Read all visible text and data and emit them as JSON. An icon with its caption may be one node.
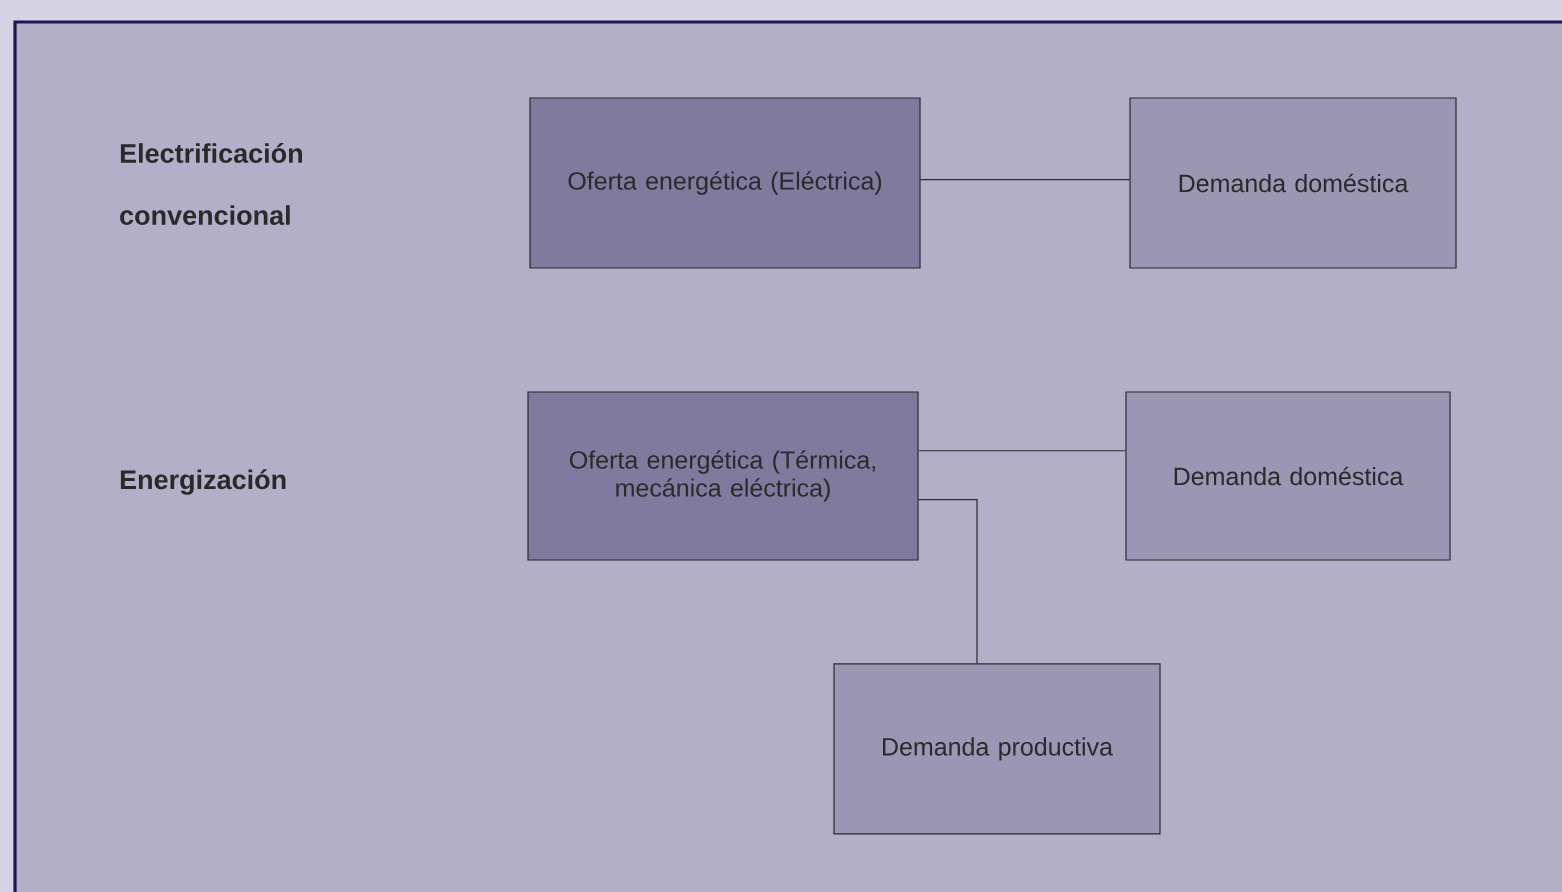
{
  "diagram": {
    "nodes": [
      {
        "text": [
          "Oferta energética (Eléctrica)"
        ]
      },
      {
        "text": [
          "Demanda doméstica"
        ]
      },
      {
        "text": [
          "Oferta energética (Térmica, mecánica eléctrica)"
        ]
      },
      {
        "text": [
          "Demanda doméstica"
        ]
      },
      {
        "text": [
          "Demanda productiva"
        ]
      }
    ],
    "edges": [
      {
        "from": 0,
        "to": 1,
        "arrow": "none"
      },
      {
        "from": 2,
        "to": 3,
        "arrow": "none"
      },
      {
        "from": 2,
        "to": 4,
        "arrow": "none"
      }
    ],
    "labels": [
      "Electrificación convencional",
      "Energización"
    ]
  }
}
